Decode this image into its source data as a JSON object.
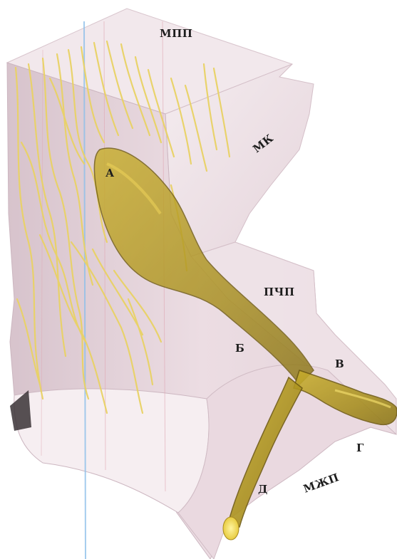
{
  "labels": {
    "mpp": "МПП",
    "mk": "МК",
    "pchp": "ПЧП",
    "mzhp": "МЖП",
    "a": "А",
    "b": "Б",
    "v": "В",
    "g": "Г",
    "d": "Д"
  },
  "colors": {
    "block_front": "#e8d9df",
    "block_top": "#f3ebee",
    "block_right": "#efe3e7",
    "block_edge": "#d9c5cd",
    "fibers": "#e8d060",
    "fiber_shadow": "#c9a83a",
    "bundle": "#b8a020",
    "bundle_dark": "#7a6418",
    "bundle_highlight": "#f4e070",
    "blue_line": "#7fb3e0",
    "pink_line": "#d89aa8"
  }
}
